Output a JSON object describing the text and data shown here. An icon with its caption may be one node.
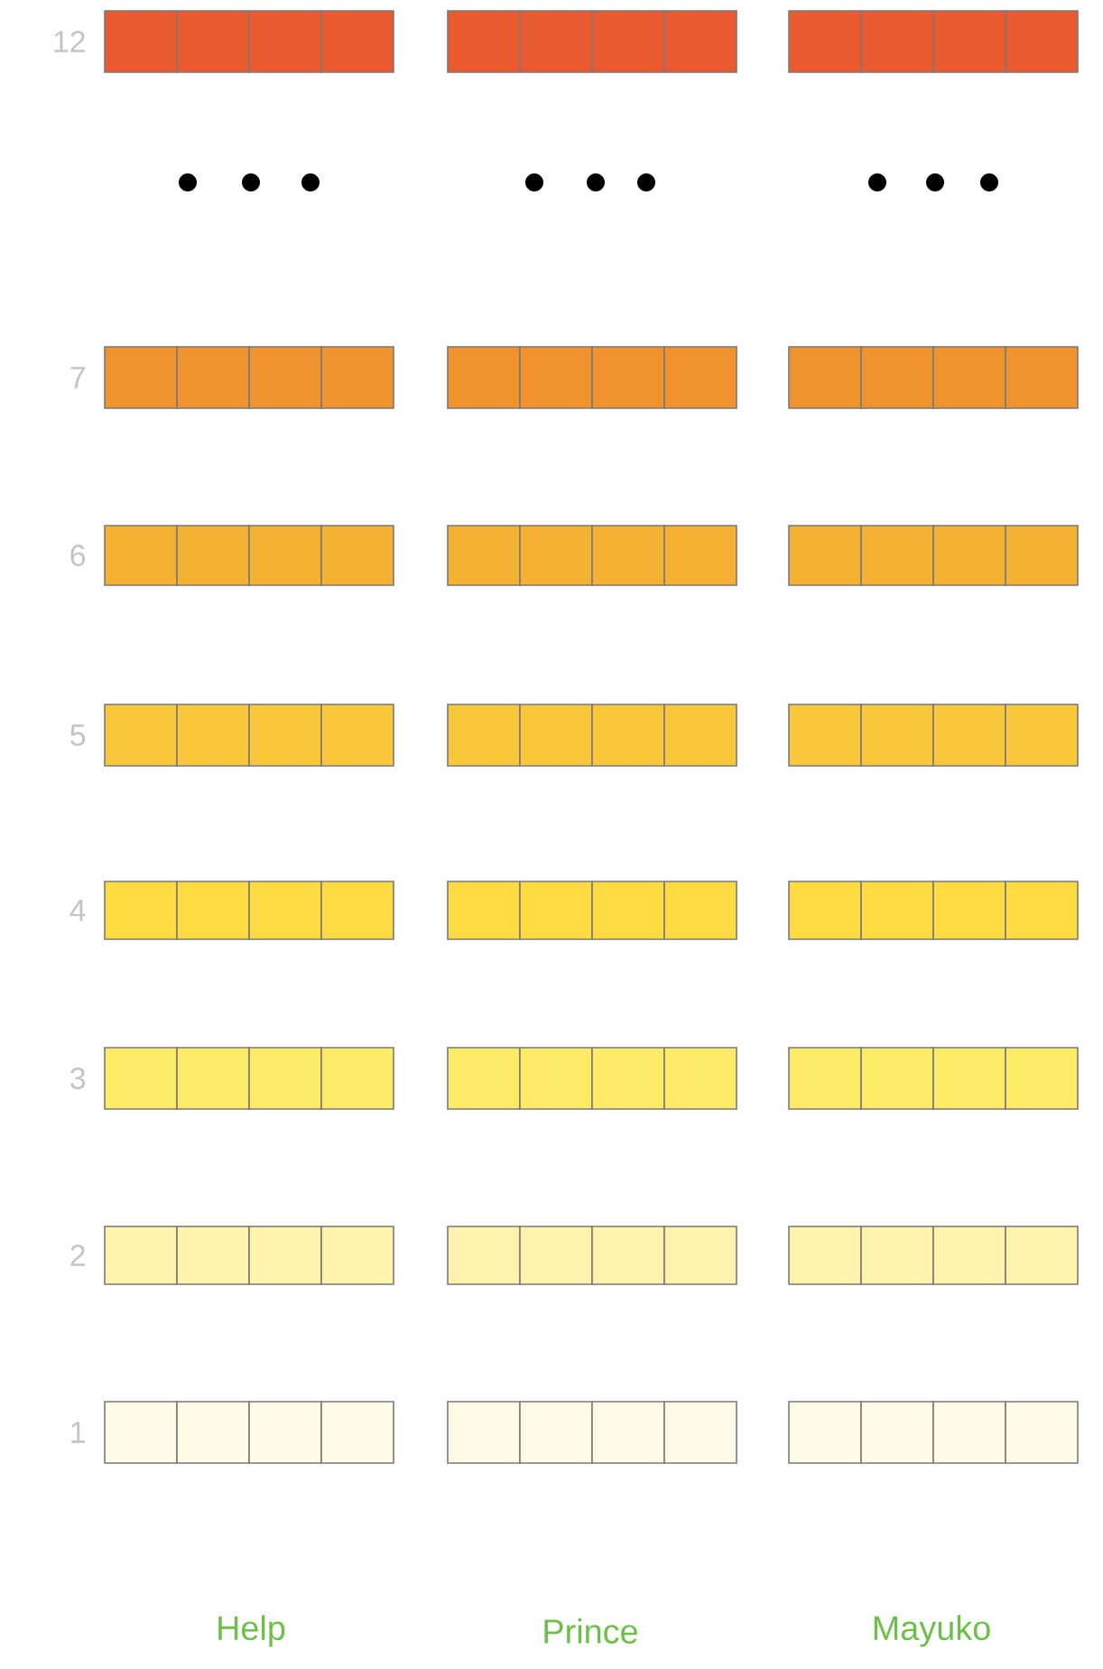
{
  "diagram": {
    "labels": [
      "12",
      "7",
      "6",
      "5",
      "4",
      "3",
      "2",
      "1",
      "Help",
      "Prince",
      "Mayuko"
    ]
  }
}
